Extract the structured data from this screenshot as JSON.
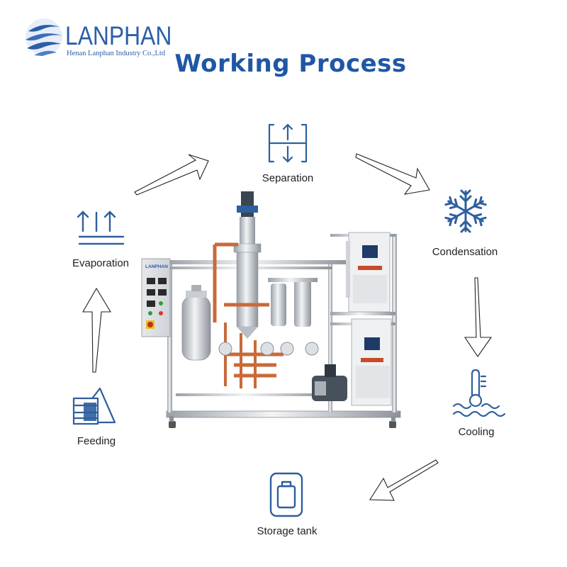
{
  "brand": {
    "name": "LANPHAN",
    "subtitle": "Henan Lanphan Industry Co.,Ltd"
  },
  "title": "Working Process",
  "steps": {
    "separation": "Separation",
    "condensation": "Condensation",
    "cooling": "Cooling",
    "storage": "Storage tank",
    "feeding": "Feeding",
    "evaporation": "Evaporation"
  },
  "machine_panel_brand": "LANPHAN",
  "colors": {
    "brand_blue": "#2b5ea8",
    "icon_blue": "#2e5f9e",
    "title_blue": "#1f57a4",
    "steel": "#c9cdd2",
    "copper": "#c86a3a"
  }
}
